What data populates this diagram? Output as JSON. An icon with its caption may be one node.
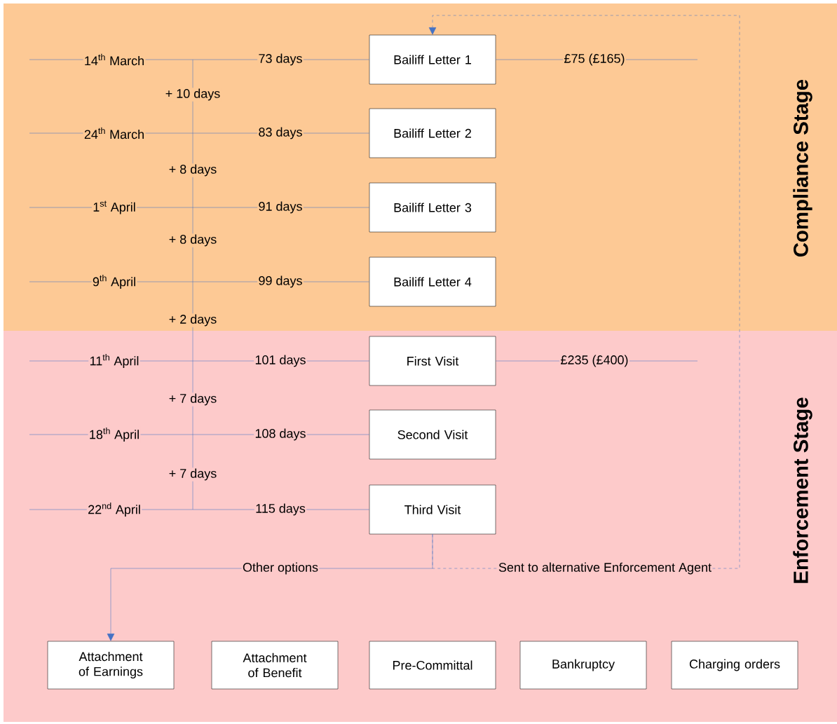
{
  "diagram": {
    "nodes": [
      {
        "text": [
          "Compliance Stage"
        ]
      },
      {
        "text": [
          "Enforcement Stage"
        ]
      },
      {
        "text": [
          "Bailiff Letter 1"
        ],
        "in": 0
      },
      {
        "text": [
          "Bailiff Letter 2"
        ],
        "in": 0
      },
      {
        "text": [
          "Bailiff Letter 3"
        ],
        "in": 0
      },
      {
        "text": [
          "Bailiff Letter 4"
        ],
        "in": 0
      },
      {
        "text": [
          "First Visit"
        ],
        "in": 1
      },
      {
        "text": [
          "Second Visit"
        ],
        "in": 1
      },
      {
        "text": [
          "Third Visit"
        ],
        "in": 1
      },
      {
        "text": [
          "Attachment of Earnings"
        ],
        "in": 1
      },
      {
        "text": [
          "Attachment of Benefit"
        ],
        "in": 1
      },
      {
        "text": [
          "Pre-Committal"
        ],
        "in": 1
      },
      {
        "text": [
          "Bankruptcy"
        ],
        "in": 1
      },
      {
        "text": [
          "Charging orders"
        ],
        "in": 1
      }
    ],
    "edges": [
      {
        "from": null,
        "to": 2,
        "arrow": "none",
        "label": "73 days"
      },
      {
        "from": null,
        "to": 3,
        "arrow": "none",
        "label": "83 days"
      },
      {
        "from": null,
        "to": 4,
        "arrow": "none",
        "label": "91 days"
      },
      {
        "from": null,
        "to": 5,
        "arrow": "none",
        "label": "99 days"
      },
      {
        "from": null,
        "to": 6,
        "arrow": "none",
        "label": "101 days"
      },
      {
        "from": null,
        "to": 7,
        "arrow": "none",
        "label": "108 days"
      },
      {
        "from": null,
        "to": 8,
        "arrow": "none",
        "label": "115 days"
      },
      {
        "from": 2,
        "to": null,
        "arrow": "none",
        "label": "£75 (£165)"
      },
      {
        "from": 6,
        "to": null,
        "arrow": "none",
        "label": "£235 (£400)"
      },
      {
        "from": 8,
        "to": 9,
        "arrow": "to",
        "label": "Other options"
      },
      {
        "from": 8,
        "to": 2,
        "arrow": "to",
        "label": "Sent to alternative Enforcement Agent",
        "style": "dashed"
      }
    ],
    "labels": [
      "14$^{th}$ March",
      "+ 10 days",
      "24$^{th}$ March",
      "+ 8 days",
      "1$^{st}$ April",
      "+ 8 days",
      "9$^{th}$ April",
      "+ 2 days",
      "11$^{th}$ April",
      "+ 7 days",
      "18$^{th}$ April",
      "+ 7 days",
      "22$^{nd}$ April"
    ]
  }
}
